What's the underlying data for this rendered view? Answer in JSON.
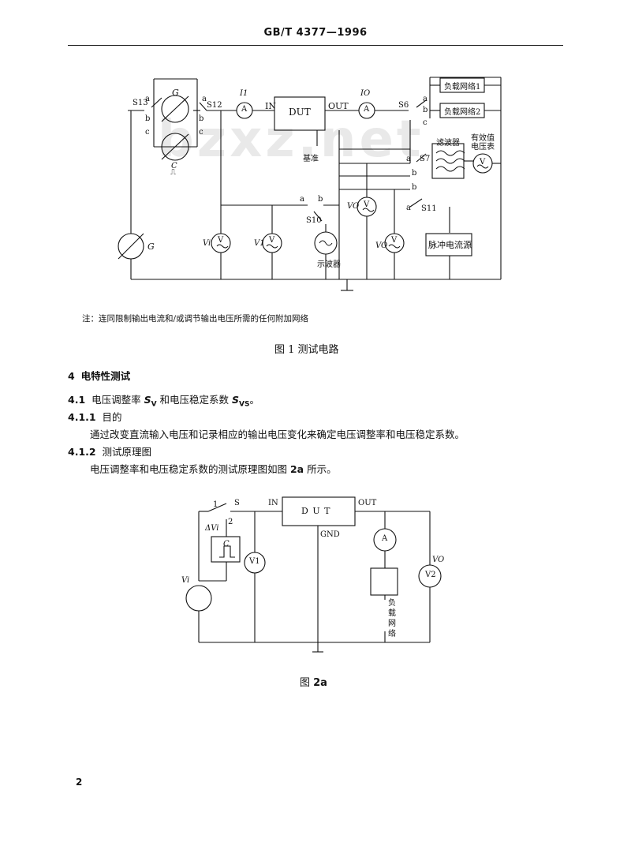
{
  "header": {
    "standard_no": "GB/T 4377—1996"
  },
  "watermark": "bzxz.net",
  "fig1": {
    "labels": {
      "s13": "S13",
      "s12": "S12",
      "a": "a",
      "b": "b",
      "c": "c",
      "g": "G",
      "c_gen": "C",
      "pulse": "⎍",
      "i1": "I1",
      "in": "IN",
      "dut": "DUT",
      "out": "OUT",
      "io": "IO",
      "s6": "S6",
      "s7": "S7",
      "s10": "S10",
      "s11": "S11",
      "ground_ref": "基准",
      "load1": "负载网络1",
      "load2": "负载网络2",
      "filter": "滤波器",
      "rms_meter": "有效值\n电压表",
      "vi": "Vi",
      "v1": "V1",
      "vo": "VO",
      "vo1": "VO",
      "osc": "示波器",
      "noise_src": "脉冲电流源",
      "amp": "A",
      "volt": "V"
    },
    "note": "注：连同限制输出电流和/或调节输出电压所需的任何附加网络",
    "caption": "图 1  测试电路"
  },
  "section4": {
    "num": "4",
    "title": "电特性测试"
  },
  "s41": {
    "num": "4.1",
    "title_a": "电压调整率 ",
    "sym1": "S",
    "sub1": "V",
    "title_b": " 和电压稳定系数 ",
    "sym2": "S",
    "sub2": "VS",
    "title_c": "。"
  },
  "s411": {
    "num": "4.1.1",
    "title": "目的",
    "text": "通过改变直流输入电压和记录相应的输出电压变化来确定电压调整率和电压稳定系数。"
  },
  "s412": {
    "num": "4.1.2",
    "title": "测试原理图",
    "text_a": "电压调整率和电压稳定系数的测试原理图如图 ",
    "fig_ref": "2a",
    "text_b": " 所示。"
  },
  "fig2a": {
    "labels": {
      "sw1": "1",
      "sw2": "2",
      "s": "S",
      "dvi": "ΔVi",
      "c": "C",
      "in": "IN",
      "dut": "D U T",
      "out": "OUT",
      "gnd": "GND",
      "vi": "Vi",
      "v1": "V1",
      "v2": "V2",
      "vo": "VO",
      "a": "A",
      "load": "负\n载\n网\n络"
    },
    "caption_a": "图 ",
    "caption_b": "2a"
  },
  "page_number": "2"
}
